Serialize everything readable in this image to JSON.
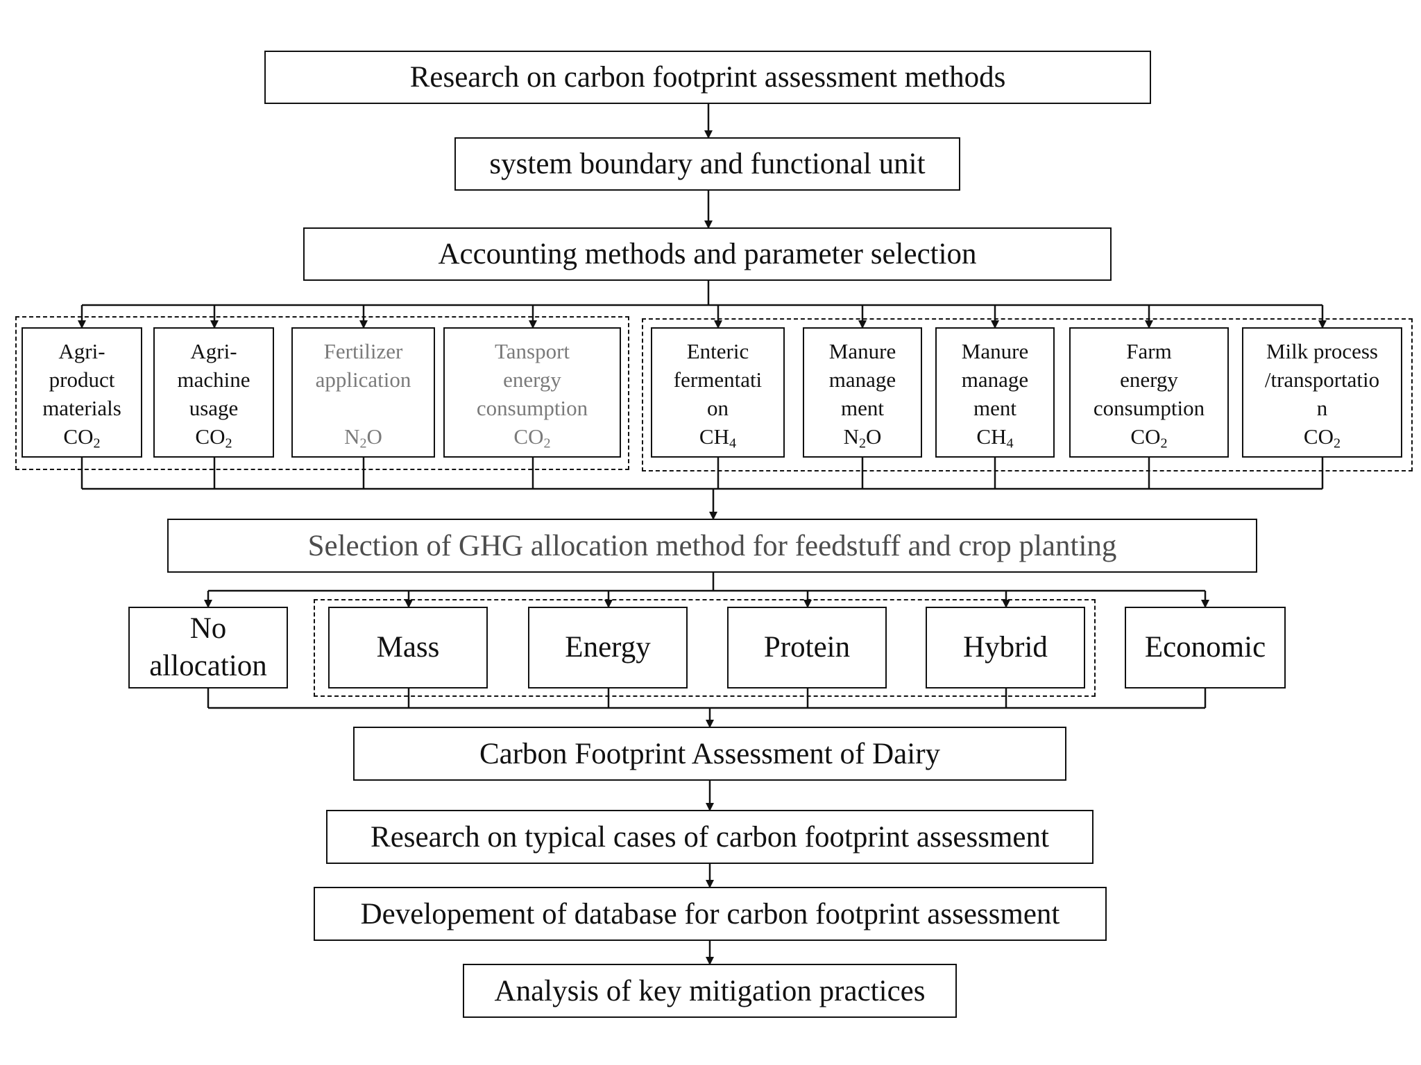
{
  "steps": {
    "research_methods": "Research on carbon footprint assessment methods",
    "system_boundary": "system boundary and functional unit",
    "accounting_methods": "Accounting methods and parameter selection",
    "ghg_allocation": "Selection of GHG allocation method for feedstuff and crop planting",
    "carbon_footprint_dairy": "Carbon Footprint Assessment of Dairy",
    "typical_cases": "Research on typical cases of carbon footprint assessment",
    "database": "Developement of database for carbon footprint assessment",
    "mitigation": "Analysis of key mitigation practices"
  },
  "emission_sources": [
    {
      "lines": [
        "Agri-",
        "product",
        "materials"
      ],
      "gas": "CO",
      "sub": "2"
    },
    {
      "lines": [
        "Agri-",
        "machine",
        "usage"
      ],
      "gas": "CO",
      "sub": "2"
    },
    {
      "lines": [
        "Fertilizer",
        "application",
        ""
      ],
      "gas_pre": "N",
      "gas_sub": "2",
      "gas_post": "O"
    },
    {
      "lines": [
        "Tansport",
        "energy",
        "consumption"
      ],
      "gas": "CO",
      "sub": "2"
    },
    {
      "lines": [
        "Enteric",
        "fermentati",
        "on"
      ],
      "gas": "CH",
      "sub": "4"
    },
    {
      "lines": [
        "Manure",
        "manage",
        "ment"
      ],
      "gas_pre": "N",
      "gas_sub": "2",
      "gas_post": "O"
    },
    {
      "lines": [
        "Manure",
        "manage",
        "ment"
      ],
      "gas": "CH",
      "sub": "4"
    },
    {
      "lines": [
        "Farm",
        "energy",
        "consumption"
      ],
      "gas": "CO",
      "sub": "2"
    },
    {
      "lines": [
        "Milk process",
        "/transportatio",
        "n"
      ],
      "gas": "CO",
      "sub": "2"
    }
  ],
  "allocation_methods": {
    "no_allocation": [
      "No",
      "allocation"
    ],
    "mass": "Mass",
    "energy": "Energy",
    "protein": "Protein",
    "hybrid": "Hybrid",
    "economic": "Economic"
  }
}
